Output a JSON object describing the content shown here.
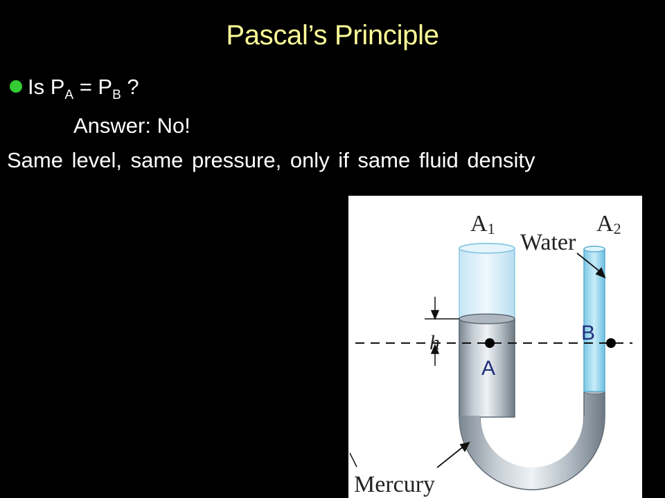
{
  "slide": {
    "title": "Pascal’s Principle",
    "question": {
      "prefix": "Is P",
      "sub_a": "A",
      "middle": " = P",
      "sub_b": "B",
      "suffix": " ?"
    },
    "answer": "Answer: No!",
    "statement": "Same level, same pressure, only if same fluid density"
  },
  "figure": {
    "label_a1": "A",
    "label_a1_sub": "1",
    "label_a2": "A",
    "label_a2_sub": "2",
    "label_water": "Water",
    "label_h": "h",
    "label_mercury": "Mercury",
    "point_a": "A",
    "point_b": "B"
  },
  "colors": {
    "background": "#000000",
    "title": "#ffff99",
    "bullet": "#33cc33",
    "text": "#ffffff",
    "point_label": "#1f2f7a"
  }
}
